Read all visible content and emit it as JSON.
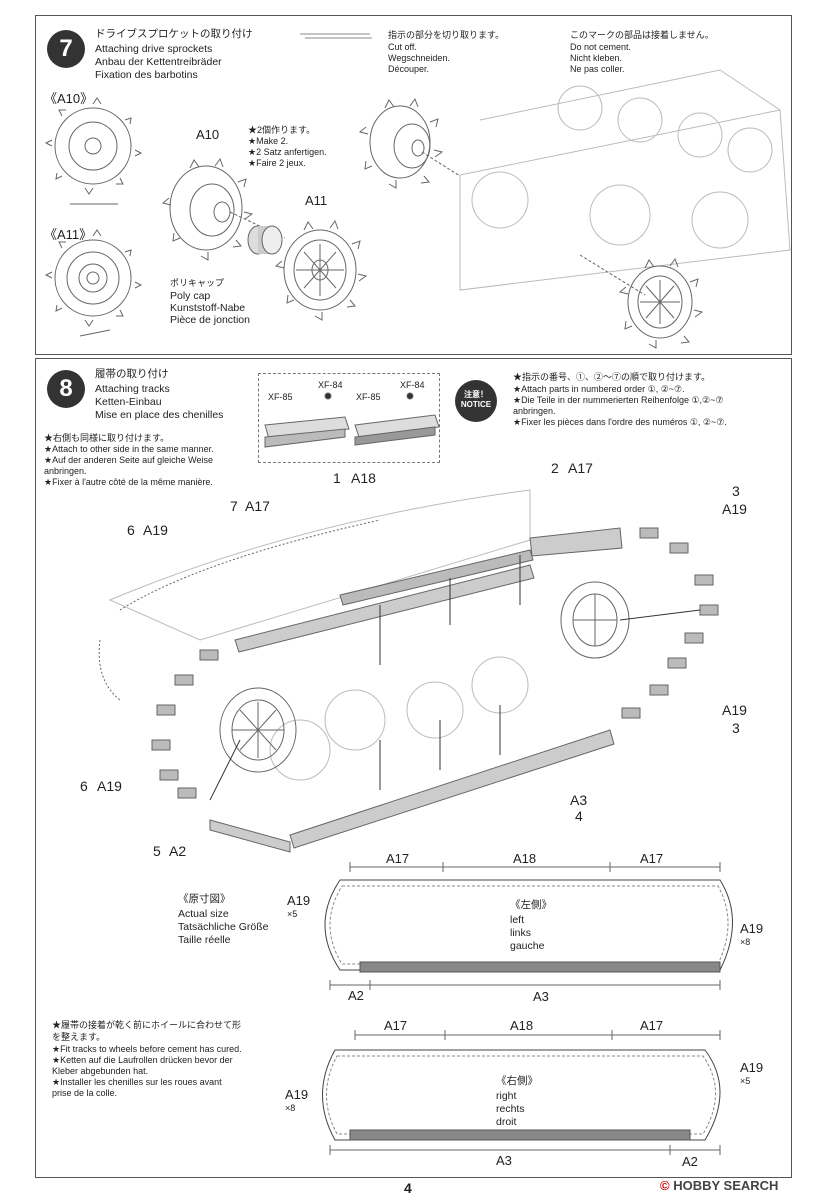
{
  "step7": {
    "number": "7",
    "title_jp": "ドライブスプロケットの取り付け",
    "title_en": "Attaching drive sprockets",
    "title_de": "Anbau der Kettentreibräder",
    "title_fr": "Fixation des barbotins",
    "cut_jp": "指示の部分を切り取ります。",
    "cut_en": "Cut off.",
    "cut_de": "Wegschneiden.",
    "cut_fr": "Découper.",
    "nocement_jp": "このマークの部品は接着しません。",
    "nocement_en": "Do not cement.",
    "nocement_de": "Nicht kleben.",
    "nocement_fr": "Ne pas coller.",
    "ref_a10": "《A10》",
    "ref_a11": "《A11》",
    "part_a10": "A10",
    "part_a11": "A11",
    "make_jp": "★2個作ります。",
    "make_en": "★Make 2.",
    "make_de": "★2 Satz anfertigen.",
    "make_fr": "★Faire 2 jeux.",
    "polycap_jp": "ポリキャップ",
    "polycap_en": "Poly cap",
    "polycap_de": "Kunststoff-Nabe",
    "polycap_fr": "Pièce de jonction"
  },
  "step8": {
    "number": "8",
    "title_jp": "履帯の取り付け",
    "title_en": "Attaching tracks",
    "title_de": "Ketten-Einbau",
    "title_fr": "Mise en place des chenilles",
    "paint1": "XF-85",
    "paint2": "XF-84",
    "paint3": "XF-85",
    "paint4": "XF-84",
    "notice_jp": "注意！",
    "notice_en": "NOTICE",
    "order_jp": "★指示の番号、①、②～⑦の順で取り付けます。",
    "order_en": "★Attach parts in numbered order ①, ②~⑦.",
    "order_de1": "★Die Teile in der nummerierten Reihenfolge ①,②~⑦",
    "order_de2": "anbringen.",
    "order_fr": "★Fixer les pièces dans l'ordre des numéros ①, ②~⑦.",
    "other_jp": "★右側も同様に取り付けます。",
    "other_en": "★Attach to other side in the same manner.",
    "other_de1": "★Auf der anderen Seite auf gleiche Weise",
    "other_de2": "anbringen.",
    "other_fr": "★Fixer à l'autre côté de la même manière.",
    "c1_num": "1",
    "c1_part": "A18",
    "c2_num": "2",
    "c2_part": "A17",
    "c3a_num": "3",
    "c3a_part": "A19",
    "c3b_part": "A19",
    "c3b_num": "3",
    "c4_part": "A3",
    "c4_num": "4",
    "c5_num": "5",
    "c5_part": "A2",
    "c6a_num": "6",
    "c6a_part": "A19",
    "c6b_num": "6",
    "c6b_part": "A19",
    "c7_num": "7",
    "c7_part": "A17",
    "actual_jp": "《原寸図》",
    "actual_en": "Actual size",
    "actual_de": "Tatsächliche Größe",
    "actual_fr": "Taille réelle",
    "left_jp": "《左側》",
    "left_en": "left",
    "left_de": "links",
    "left_fr": "gauche",
    "right_jp": "《右側》",
    "right_en": "right",
    "right_de": "rechts",
    "right_fr": "droit",
    "l_a17a": "A17",
    "l_a18": "A18",
    "l_a17b": "A17",
    "l_a19l": "A19",
    "l_x5": "×5",
    "l_a19r": "A19",
    "l_x8": "×8",
    "l_a2": "A2",
    "l_a3": "A3",
    "r_a17a": "A17",
    "r_a18": "A18",
    "r_a17b": "A17",
    "r_a19r": "A19",
    "r_x5": "×5",
    "r_a19l": "A19",
    "r_x8": "×8",
    "r_a3": "A3",
    "r_a2": "A2",
    "fit_jp1": "★履帯の接着が乾く前にホイールに合わせて形",
    "fit_jp2": "を整えます。",
    "fit_en": "★Fit tracks to wheels before cement has cured.",
    "fit_de1": "★Ketten auf die Laufrollen drücken bevor der",
    "fit_de2": "Kleber abgebunden hat.",
    "fit_fr1": "★Installer les chenilles sur les roues avant",
    "fit_fr2": "prise de la colle."
  },
  "page_number": "4",
  "watermark_brand": "HOBBY SEARCH",
  "watermark_logo": "©"
}
